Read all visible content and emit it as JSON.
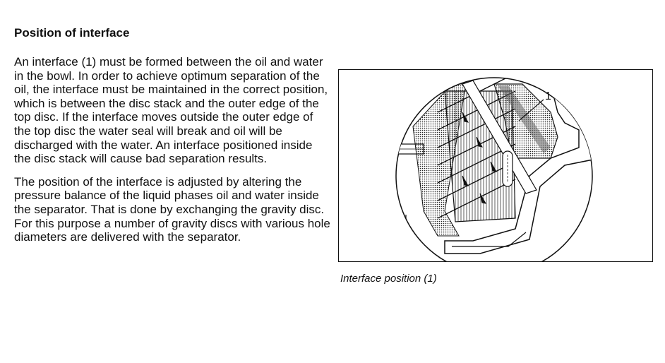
{
  "heading": "Position of interface",
  "paragraphs": [
    "An interface (1) must be formed between the oil and water in the bowl. In order to achieve optimum separation of the oil, the interface must be maintained in the correct position, which is between the disc stack and the outer edge of the top disc. If the interface moves outside the outer edge of the top disc the water seal will break and oil will be discharged with the water. An interface positioned inside the disc stack will cause bad separation results.",
    "The position of the interface is adjusted by altering the pressure balance of the liquid phases oil and water inside the separator. That is done by exchanging the gravity disc. For this purpose a number of gravity discs with various hole diameters are delivered with the separator."
  ],
  "figure": {
    "callout": "1",
    "figure_id": "G0047031",
    "caption": "Interface position (1)"
  }
}
